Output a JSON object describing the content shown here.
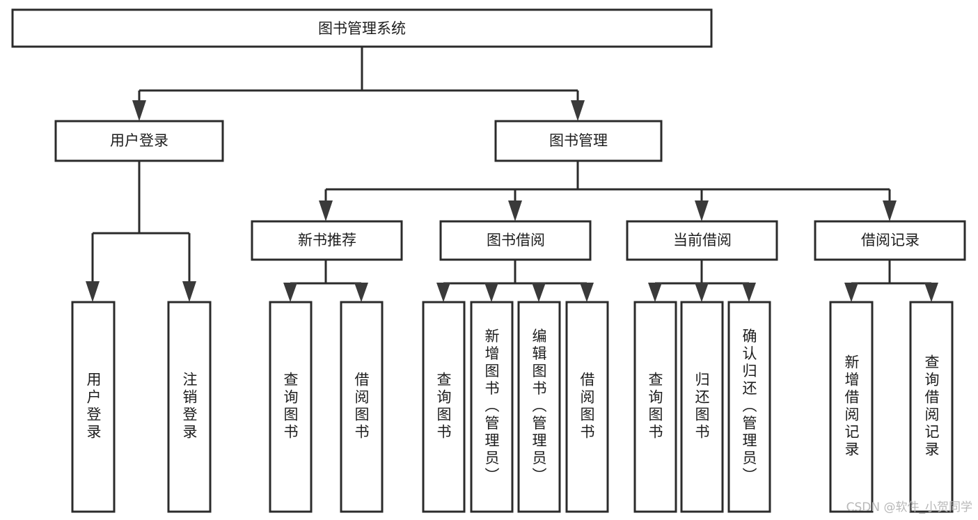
{
  "diagram": {
    "title": "图书管理系统",
    "type": "hierarchy-tree",
    "watermark": "CSDN @软件_小贺同学",
    "colors": {
      "background": "#ffffff",
      "box_stroke": "#2b2b2b",
      "box_fill": "#ffffff",
      "connector": "#2b2b2b",
      "arrow": "#3a3a3a",
      "text": "#1d1d1d",
      "watermark": "#b8b8b8"
    },
    "levels": [
      {
        "level": 1,
        "nodes": [
          {
            "id": "root",
            "label": "图书管理系统",
            "orientation": "horizontal"
          }
        ]
      },
      {
        "level": 2,
        "nodes": [
          {
            "id": "login",
            "label": "用户登录",
            "orientation": "horizontal",
            "parent": "root"
          },
          {
            "id": "bookmgmt",
            "label": "图书管理",
            "orientation": "horizontal",
            "parent": "root"
          }
        ]
      },
      {
        "level": 3,
        "nodes": [
          {
            "id": "newbook",
            "label": "新书推荐",
            "orientation": "horizontal",
            "parent": "bookmgmt"
          },
          {
            "id": "borrow",
            "label": "图书借阅",
            "orientation": "horizontal",
            "parent": "bookmgmt"
          },
          {
            "id": "current",
            "label": "当前借阅",
            "orientation": "horizontal",
            "parent": "bookmgmt"
          },
          {
            "id": "records",
            "label": "借阅记录",
            "orientation": "horizontal",
            "parent": "bookmgmt"
          }
        ]
      },
      {
        "level": 4,
        "nodes": [
          {
            "id": "leaf1",
            "label": "用户登录",
            "orientation": "vertical",
            "parent": "login"
          },
          {
            "id": "leaf2",
            "label": "注销登录",
            "orientation": "vertical",
            "parent": "login"
          },
          {
            "id": "leaf3",
            "label": "查询图书",
            "orientation": "vertical",
            "parent": "newbook"
          },
          {
            "id": "leaf4",
            "label": "借阅图书",
            "orientation": "vertical",
            "parent": "newbook"
          },
          {
            "id": "leaf5",
            "label": "查询图书",
            "orientation": "vertical",
            "parent": "borrow"
          },
          {
            "id": "leaf6",
            "label": "新增图书（管理员）",
            "orientation": "vertical",
            "parent": "borrow"
          },
          {
            "id": "leaf7",
            "label": "编辑图书（管理员）",
            "orientation": "vertical",
            "parent": "borrow"
          },
          {
            "id": "leaf8",
            "label": "借阅图书",
            "orientation": "vertical",
            "parent": "borrow"
          },
          {
            "id": "leaf9",
            "label": "查询图书",
            "orientation": "vertical",
            "parent": "current"
          },
          {
            "id": "leaf10",
            "label": "归还图书",
            "orientation": "vertical",
            "parent": "current"
          },
          {
            "id": "leaf11",
            "label": "确认归还（管理员）",
            "orientation": "vertical",
            "parent": "current"
          },
          {
            "id": "leaf12",
            "label": "新增借阅记录",
            "orientation": "vertical",
            "parent": "records"
          },
          {
            "id": "leaf13",
            "label": "查询借阅记录",
            "orientation": "vertical",
            "parent": "records"
          }
        ]
      }
    ]
  }
}
